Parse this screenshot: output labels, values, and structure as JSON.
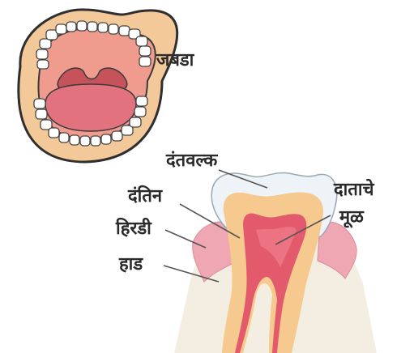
{
  "labels": {
    "jaw": "जबडा",
    "enamel": "दंतवल्क",
    "dentin": "दंतिन",
    "gum": "हिरडी",
    "bone": "हाड",
    "root_line1": "दाताचे",
    "root_line2": "मूळ"
  },
  "colors": {
    "skin": "#f4c99a",
    "mouth": "#ef9c8e",
    "tongue": "#e2727e",
    "teeth": "#ffffff",
    "gum": "#efa7b4",
    "bone": "#f4eee2",
    "dentin": "#f6c98f",
    "pulp": "#e35a6c",
    "enamel": "#eef3f7",
    "leader": "#555555"
  }
}
